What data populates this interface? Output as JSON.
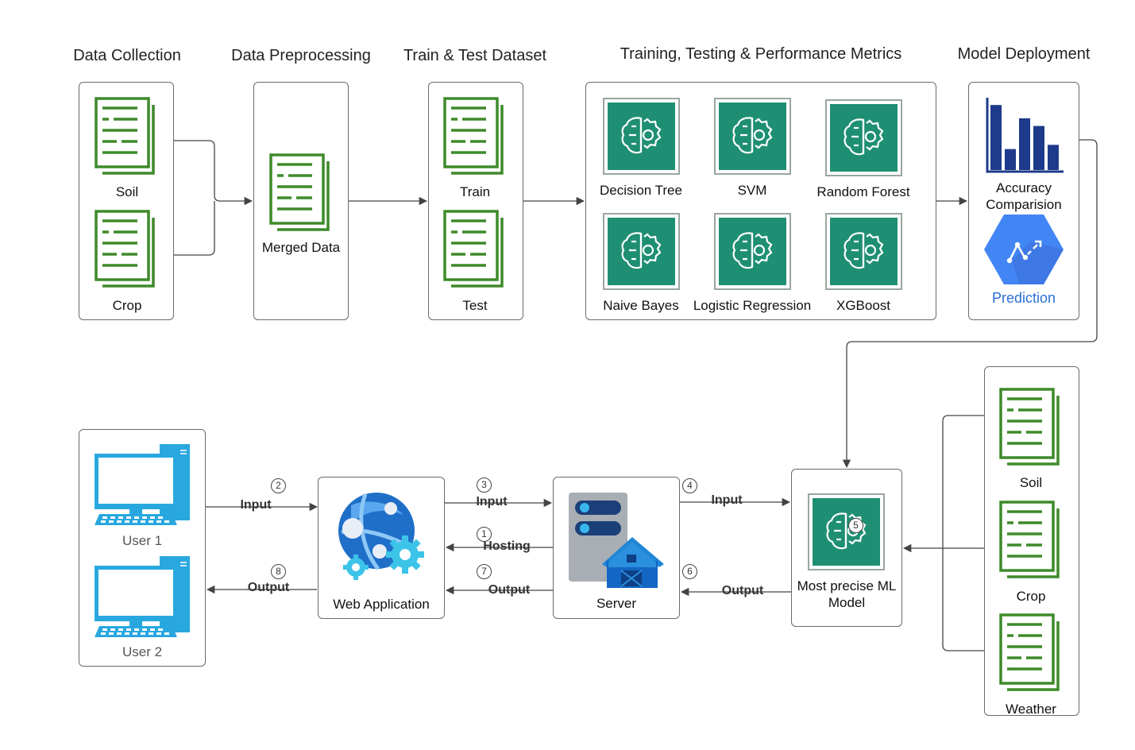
{
  "headers": {
    "data_collection": "Data Collection",
    "data_preprocessing": "Data Preprocessing",
    "train_test": "Train & Test Dataset",
    "training": "Training, Testing & Performance Metrics",
    "deployment": "Model Deployment"
  },
  "collection": {
    "soil": "Soil",
    "crop": "Crop"
  },
  "preprocessing": {
    "merged": "Merged Data"
  },
  "dataset": {
    "train": "Train",
    "test": "Test"
  },
  "models": {
    "decision_tree": "Decision Tree",
    "svm": "SVM",
    "random_forest": "Random Forest",
    "naive_bayes": "Naive Bayes",
    "logistic_regression": "Logistic Regression",
    "xgboost": "XGBoost"
  },
  "deployment": {
    "accuracy": "Accuracy Comparision",
    "prediction": "Prediction",
    "accuracy_bar_levels": [
      0.93,
      0.3,
      0.74,
      0.63,
      0.36
    ]
  },
  "users": {
    "user1": "User 1",
    "user2": "User 2"
  },
  "webapp": {
    "label": "Web Application"
  },
  "server": {
    "label": "Server"
  },
  "ml_model": {
    "label": "Most precise ML Model",
    "step": "5"
  },
  "inputs": {
    "soil": "Soil",
    "crop": "Crop",
    "weather": "Weather"
  },
  "edges": {
    "input": "Input",
    "output": "Output",
    "hosting": "Hosting"
  },
  "steps": {
    "s1": "1",
    "s2": "2",
    "s3": "3",
    "s4": "4",
    "s6": "6",
    "s7": "7",
    "s8": "8"
  },
  "colors": {
    "doc_green": "#3e8a2a",
    "ml_teal": "#1f8f73",
    "bar_navy": "#1e3a8a",
    "prediction_blue": "#4285f4",
    "monitor_blue": "#29a8e0",
    "line": "#444444"
  },
  "icons": {
    "document": "document-icon",
    "ml_brain": "brain-gear-icon",
    "bar_chart": "bar-chart-icon",
    "prediction": "prediction-hexagon-icon",
    "computer": "desktop-computer-icon",
    "web_app": "web-app-globe-gears-icon",
    "server": "server-barn-icon"
  }
}
